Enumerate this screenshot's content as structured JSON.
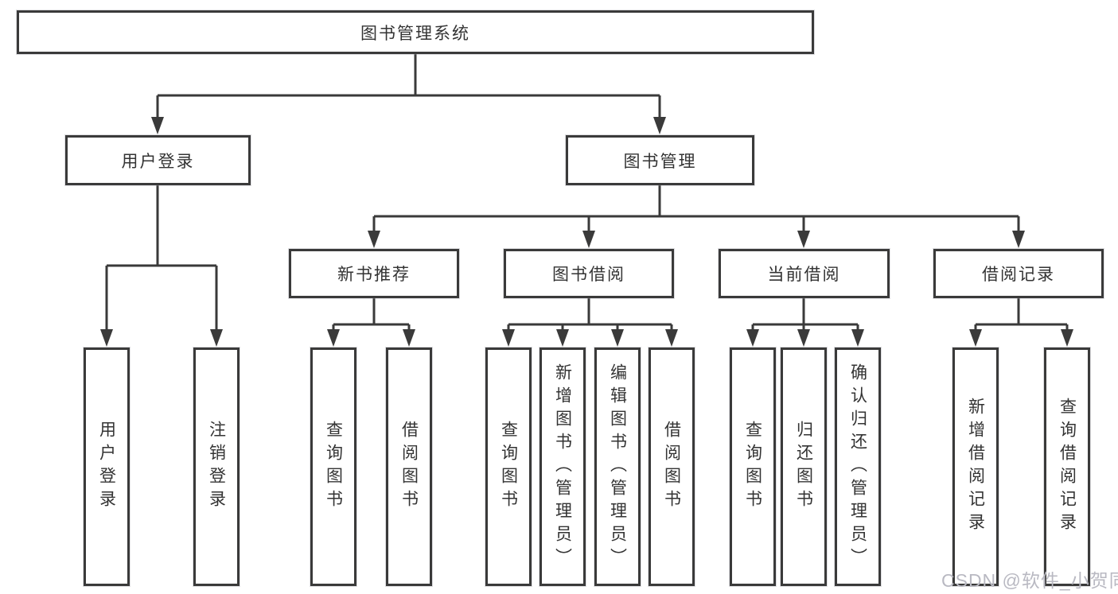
{
  "diagram": {
    "root": {
      "label": "图书管理系统"
    },
    "login": {
      "label": "用户登录",
      "leaves": [
        {
          "label": "用户登录"
        },
        {
          "label": "注销登录"
        }
      ]
    },
    "manage": {
      "label": "图书管理",
      "groups": {
        "recommend": {
          "label": "新书推荐",
          "leaves": [
            {
              "label": "查询图书"
            },
            {
              "label": "借阅图书"
            }
          ]
        },
        "borrow": {
          "label": "图书借阅",
          "leaves": [
            {
              "label": "查询图书"
            },
            {
              "label": "新增图书（管理员）"
            },
            {
              "label": "编辑图书（管理员）"
            },
            {
              "label": "借阅图书"
            }
          ]
        },
        "current": {
          "label": "当前借阅",
          "leaves": [
            {
              "label": "查询图书"
            },
            {
              "label": "归还图书"
            },
            {
              "label": "确认归还（管理员）"
            }
          ]
        },
        "records": {
          "label": "借阅记录",
          "leaves": [
            {
              "label": "新增借阅记录"
            },
            {
              "label": "查询借阅记录"
            }
          ]
        }
      }
    }
  },
  "watermark": "CSDN @软件_小贺同学",
  "colors": {
    "line": "#3a3a3a",
    "text": "#333333",
    "watermark": "#b9b9c2",
    "background": "#ffffff"
  }
}
